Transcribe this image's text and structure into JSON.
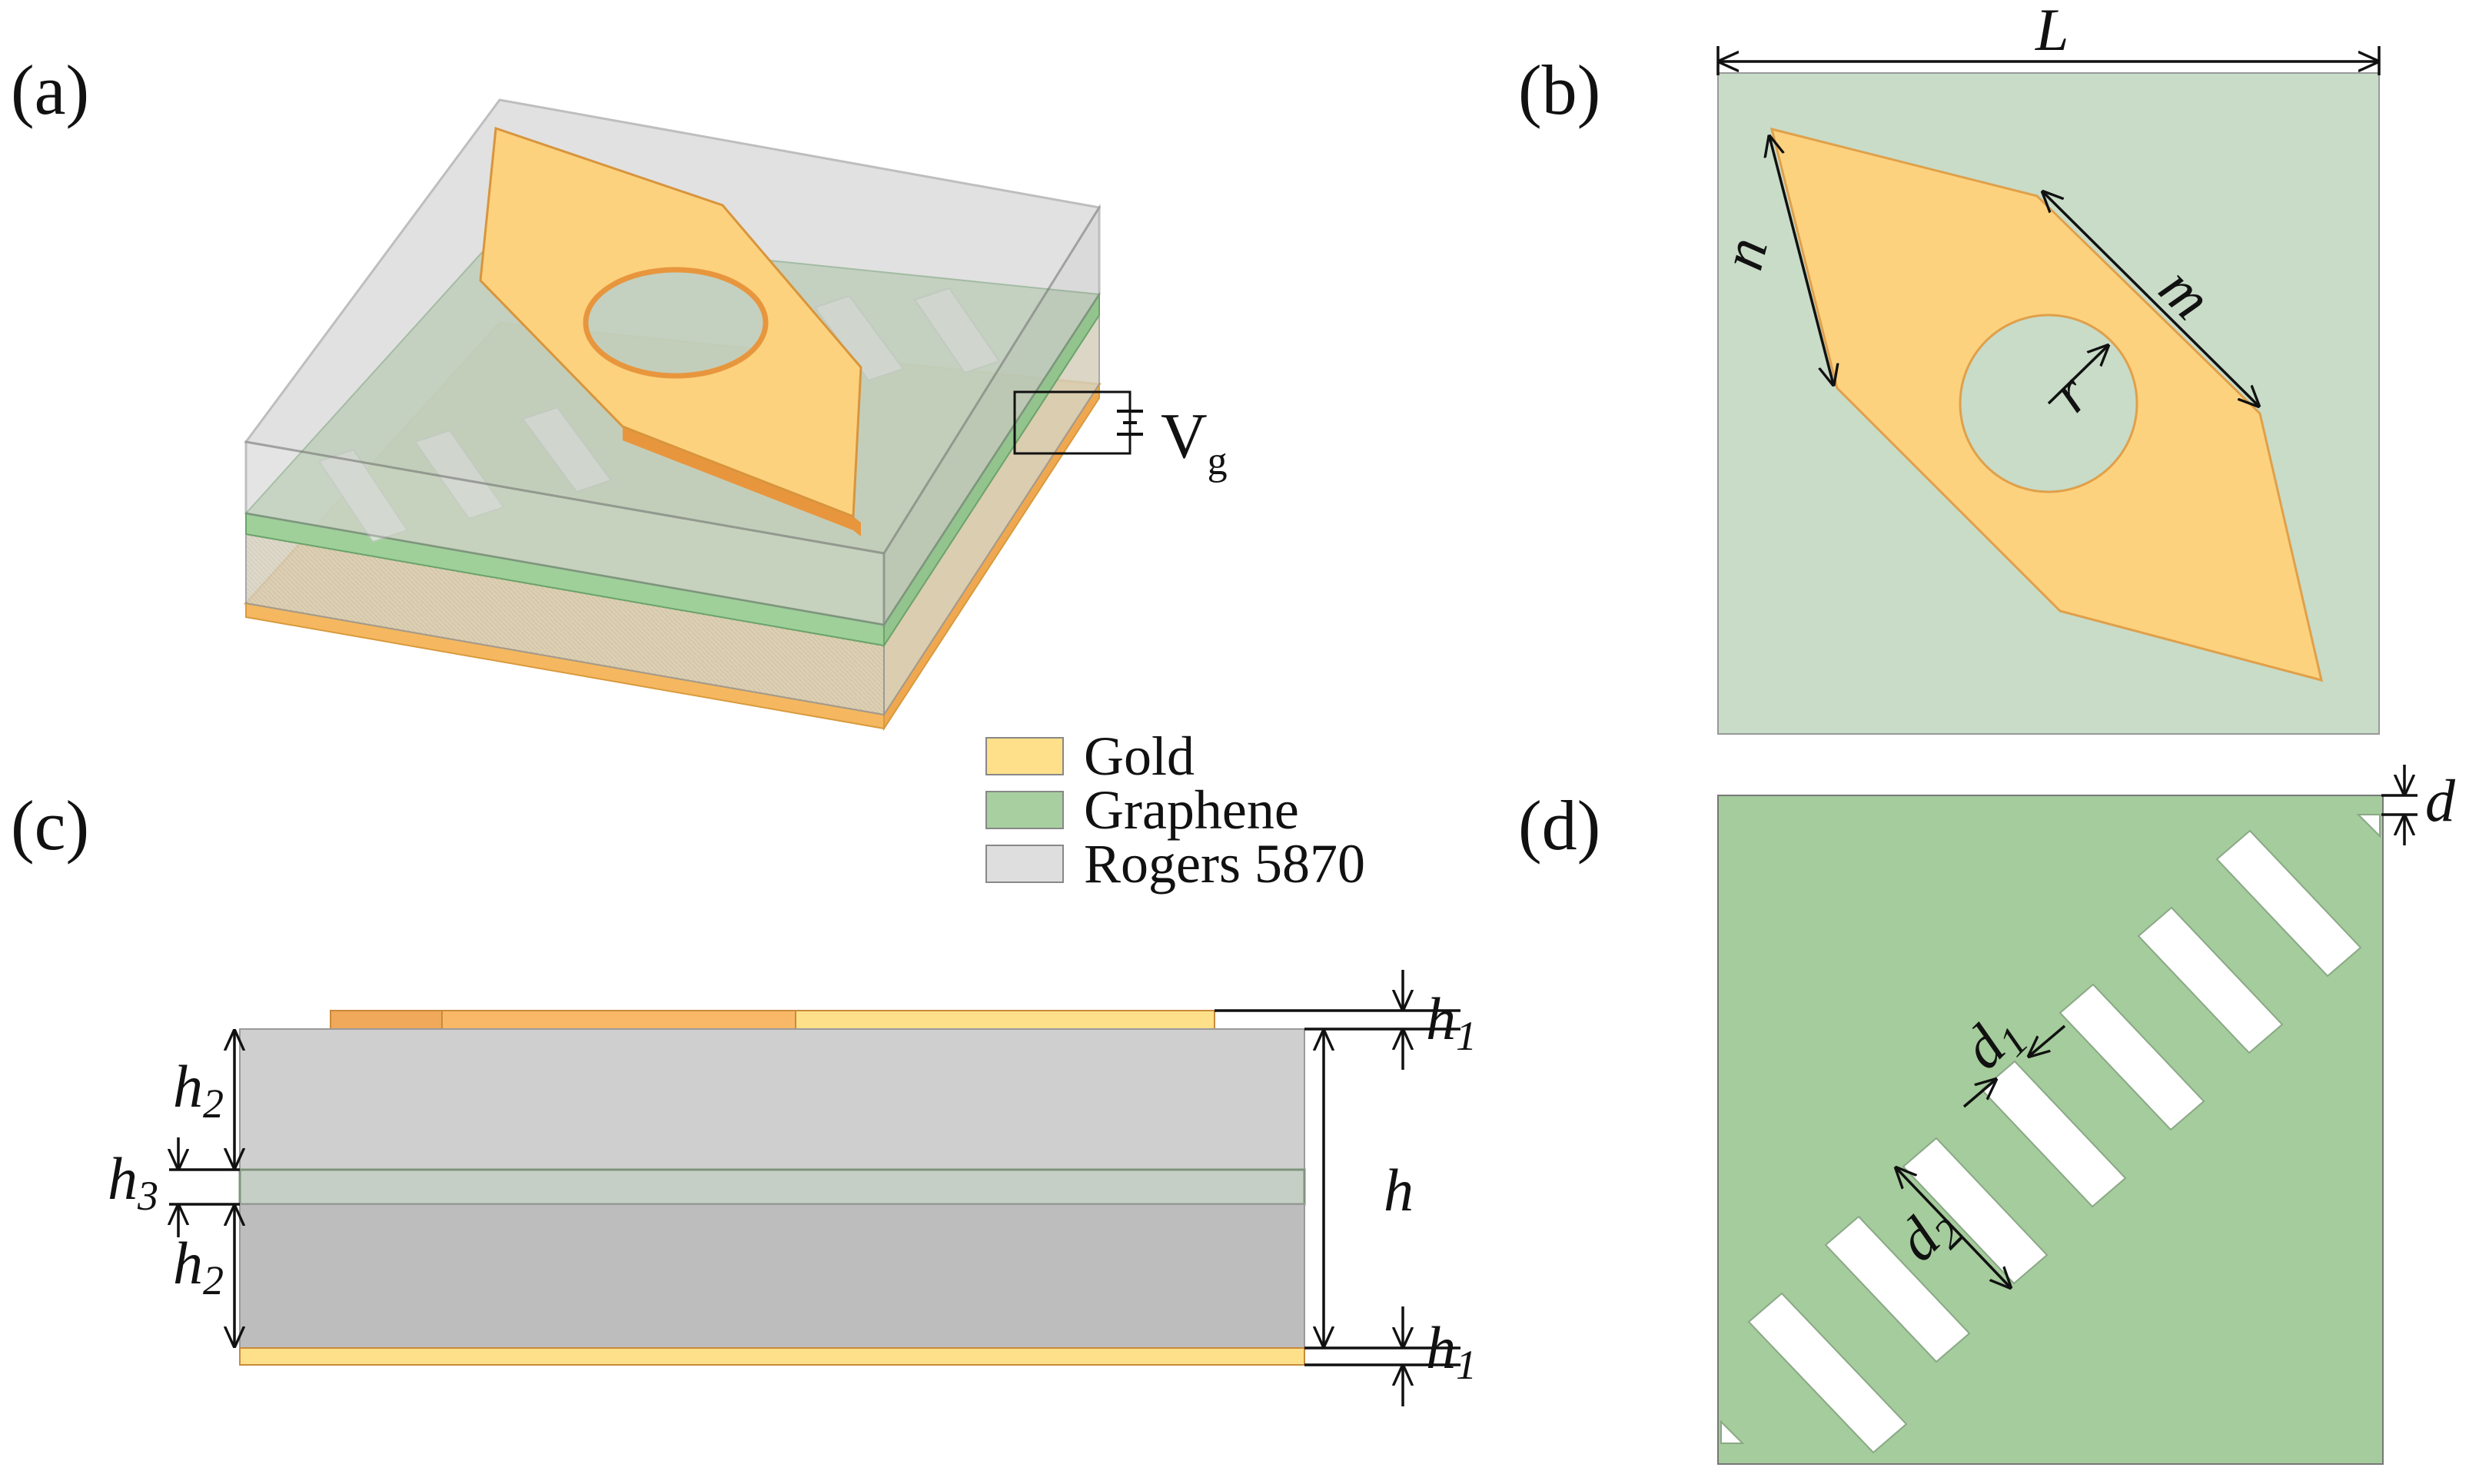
{
  "panels": {
    "a": "(a)",
    "b": "(b)",
    "c": "(c)",
    "d": "(d)"
  },
  "legend": [
    {
      "label": "Gold",
      "color": "#ffe08a"
    },
    {
      "label": "Graphene",
      "color": "#a8cfa0"
    },
    {
      "label": "Rogers 5870",
      "color": "#dedede"
    }
  ],
  "labels": {
    "voltage": "V",
    "voltage_sub": "g",
    "L": "L",
    "n": "n",
    "m": "m",
    "r": "r",
    "h": "h",
    "h1": "h",
    "h1_sub": "1",
    "h2": "h",
    "h2_sub": "2",
    "h3": "h",
    "h3_sub": "3",
    "d": "d",
    "d1": "d",
    "d1_sub": "1",
    "d2": "d",
    "d2_sub": "2"
  },
  "colors": {
    "gold": "#fdd27e",
    "gold_edge": "#e8963e",
    "graphene": "#a5cc9c",
    "graphene_light": "#c8dcc8",
    "substrate": "#cfcfcf",
    "substrate_dark": "#bdbdbd"
  }
}
